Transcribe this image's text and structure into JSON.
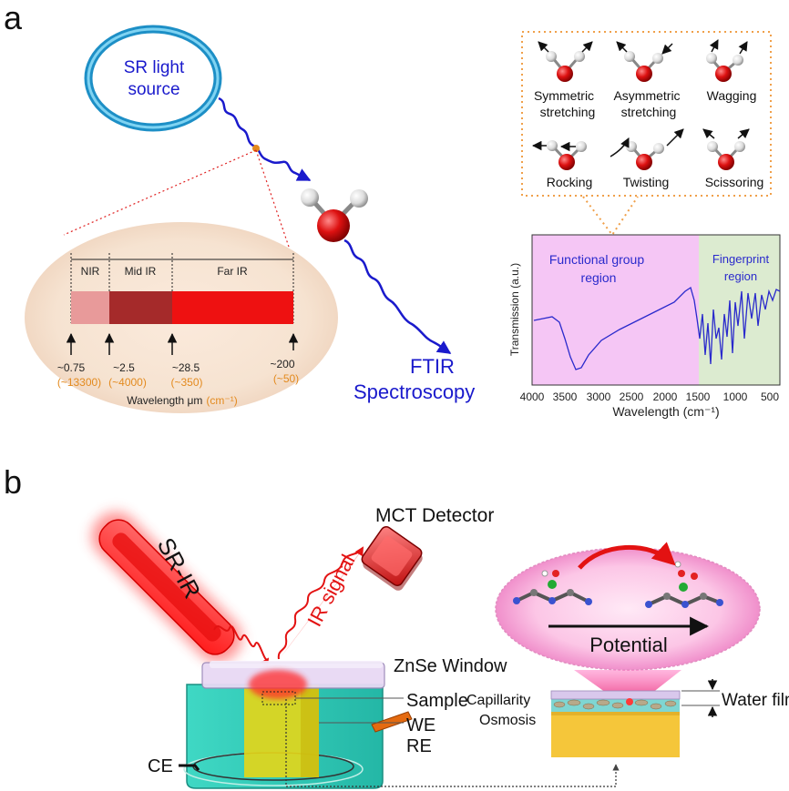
{
  "panel_a": {
    "label": "a",
    "source": {
      "line1": "SR light",
      "line2": "source"
    },
    "ftir": {
      "line1": "FTIR",
      "line2": "Spectroscopy"
    },
    "spectrum_bands": {
      "labels": [
        "NIR",
        "Mid IR",
        "Far IR"
      ],
      "colors": [
        "#e89a9a",
        "#a52a2a",
        "#ee1111"
      ],
      "markers": [
        {
          "value": "~0.75",
          "wavenumber": "(~13300)"
        },
        {
          "value": "~2.5",
          "wavenumber": "(~4000)"
        },
        {
          "value": "~28.5",
          "wavenumber": "(~350)"
        },
        {
          "value": "~200",
          "wavenumber": "(~50)"
        }
      ],
      "axis_label": "Wavelength μm",
      "axis_unit": "(cm⁻¹)"
    },
    "vibration_modes": [
      {
        "line1": "Symmetric",
        "line2": "stretching"
      },
      {
        "line1": "Asymmetric",
        "line2": "stretching"
      },
      {
        "line1": "Wagging",
        "line2": ""
      },
      {
        "line1": "Rocking",
        "line2": ""
      },
      {
        "line1": "Twisting",
        "line2": ""
      },
      {
        "line1": "Scissoring",
        "line2": ""
      }
    ],
    "ir_plot": {
      "ylabel": "Transmission (a.u.)",
      "xlabel": "Wavelength (cm⁻¹)",
      "xticks": [
        "4000",
        "3500",
        "3000",
        "2500",
        "2000",
        "1500",
        "1000",
        "500"
      ],
      "region1": {
        "line1": "Functional  group",
        "line2": "region",
        "color": "#f5c6f5"
      },
      "region2": {
        "line1": "Fingerprint",
        "line2": "region",
        "color": "#dcebd0"
      },
      "line_color": "#2a2acc"
    }
  },
  "panel_b": {
    "label": "b",
    "beam_label": "SR-IR",
    "signal_label": "IR signal",
    "detector_label": "MCT Detector",
    "window_label": "ZnSe Window",
    "sample_label": "Sample",
    "we_label": "WE",
    "re_label": "RE",
    "ce_label": "CE",
    "capillarity_label": "Capillarity",
    "osmosis_label": "Osmosis",
    "water_film_label": "Water film",
    "potential_label": "Potential"
  },
  "colors": {
    "ring": "#29a3d8",
    "wave": "#1a1acc",
    "oxygen": "#dd1111",
    "hydrogen": "#e8e8e8",
    "orange": "#e38a1e",
    "laser": "#ff2222",
    "cell": "#3ed6c2",
    "electrode": "#e8d81a"
  }
}
